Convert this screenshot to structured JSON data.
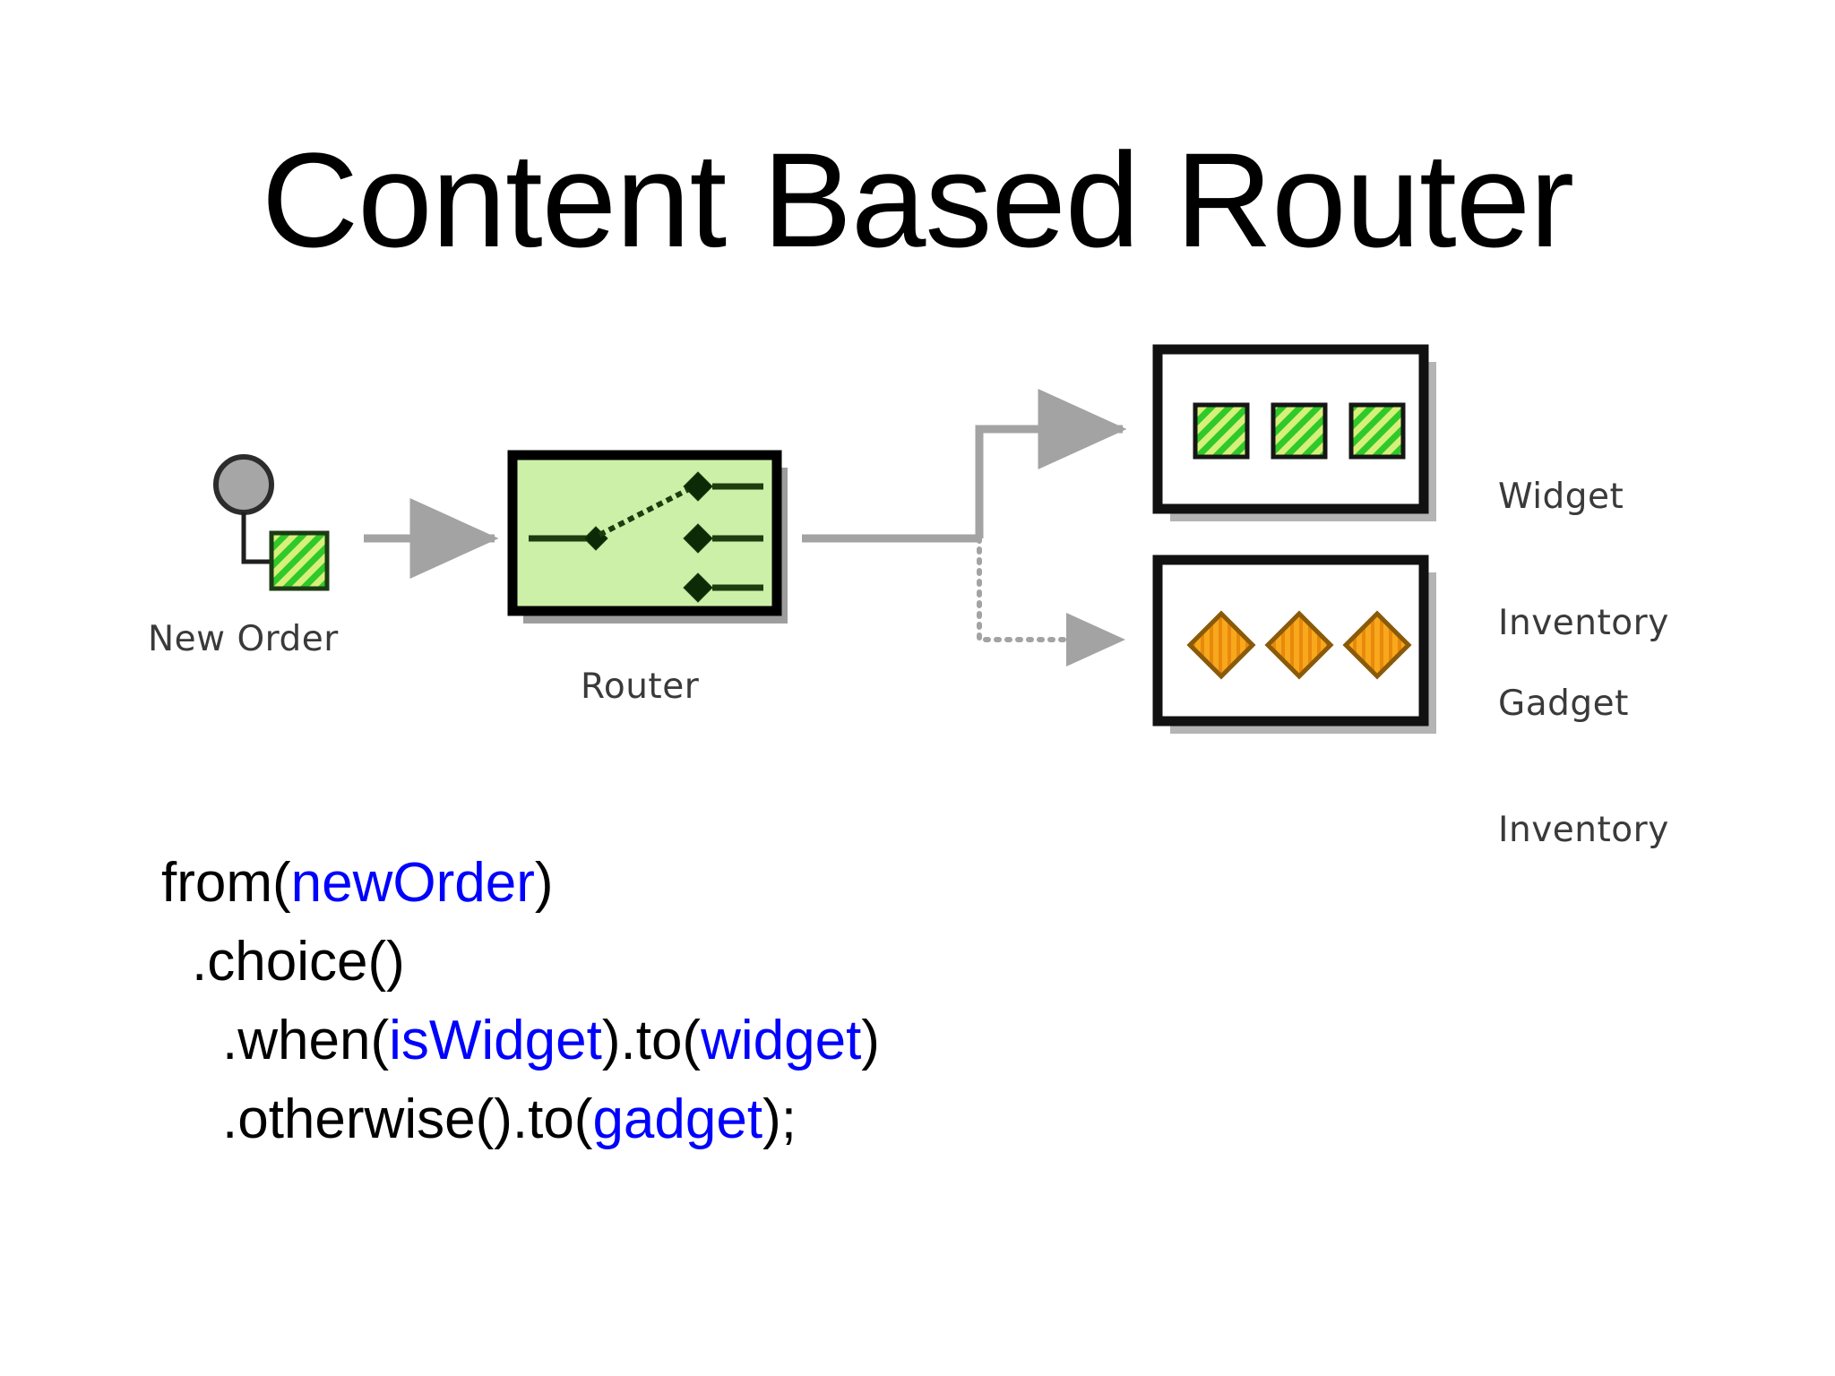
{
  "title": "Content Based Router",
  "diagram": {
    "source": {
      "label": "New Order",
      "node_icon": "filled-circle-icon",
      "message_icon": "green-hatched-square-icon"
    },
    "router": {
      "label": "Router",
      "icon": "switch-icon",
      "fill_color": "#cdf0a8",
      "border_color": "#000000",
      "terminals": 3
    },
    "destinations": [
      {
        "label_line1": "Widget",
        "label_line2": "Inventory",
        "item_icon": "green-hatched-square-icon",
        "item_count": 3,
        "item_color": "#35d12f",
        "connector": "solid-arrow"
      },
      {
        "label_line1": "Gadget",
        "label_line2": "Inventory",
        "item_icon": "orange-striped-diamond-icon",
        "item_count": 3,
        "item_color": "#f5a623",
        "connector": "dotted-arrow"
      }
    ],
    "connector_color": "#a0a0a0"
  },
  "code": {
    "accent_color": "#0000ff",
    "lines": [
      {
        "indent": 0,
        "tokens": [
          {
            "text": "from(",
            "style": "plain"
          },
          {
            "text": "newOrder",
            "style": "blue"
          },
          {
            "text": ")",
            "style": "plain"
          }
        ]
      },
      {
        "indent": 1,
        "tokens": [
          {
            "text": ".choice()",
            "style": "plain"
          }
        ]
      },
      {
        "indent": 2,
        "tokens": [
          {
            "text": ".when(",
            "style": "plain"
          },
          {
            "text": "isWidget",
            "style": "blue"
          },
          {
            "text": ").to(",
            "style": "plain"
          },
          {
            "text": "widget",
            "style": "blue"
          },
          {
            "text": ")",
            "style": "plain"
          }
        ]
      },
      {
        "indent": 2,
        "tokens": [
          {
            "text": ".otherwise().to(",
            "style": "plain"
          },
          {
            "text": "gadget",
            "style": "blue"
          },
          {
            "text": ");",
            "style": "plain"
          }
        ]
      }
    ]
  }
}
